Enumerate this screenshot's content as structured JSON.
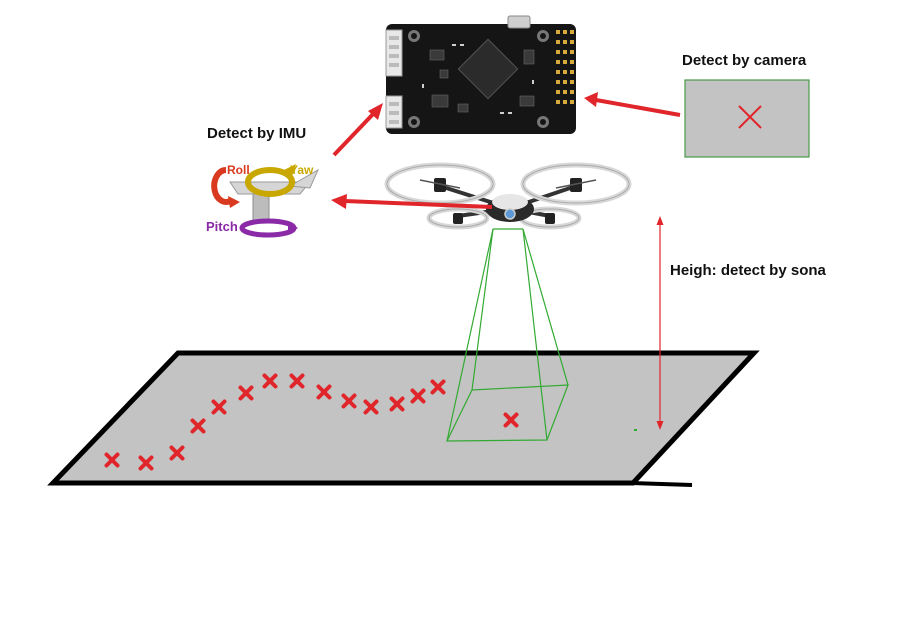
{
  "labels": {
    "camera": "Detect by camera",
    "imu": "Detect by IMU",
    "sona": "Heigh: detect by sona"
  },
  "imu_axes": {
    "roll": "Roll",
    "yaw": "Yaw",
    "pitch": "Pitch"
  },
  "colors": {
    "arrow": "#e0262b",
    "marker": "#e0262b",
    "frustum": "#33aa33",
    "ground": "#c3c3c3",
    "camera_box": "#c3c3c3",
    "camera_box_border": "#4a9a4a",
    "board": "#141414",
    "roll": "#d93a1f",
    "yaw": "#c8a800",
    "pitch": "#8a2aa6"
  },
  "icons": [
    "flight-controller-board-icon",
    "quadcopter-drone-icon",
    "imu-axes-icon",
    "camera-target-x-icon",
    "arrow-icon"
  ]
}
